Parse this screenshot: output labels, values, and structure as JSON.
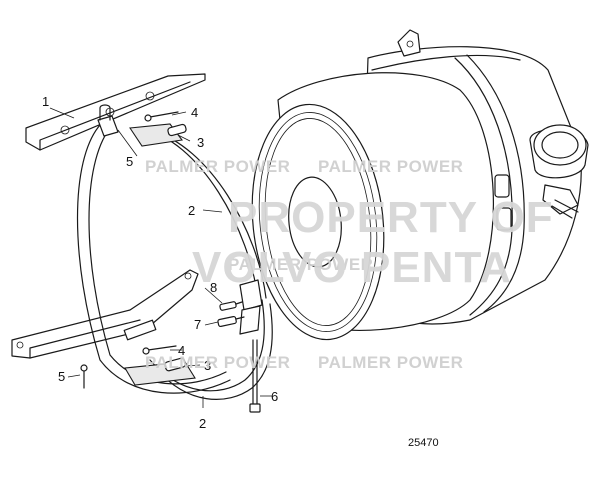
{
  "callouts": {
    "c1": "1",
    "c2a": "2",
    "c2b": "2",
    "c3a": "3",
    "c3b": "3",
    "c4a": "4",
    "c4b": "4",
    "c5a": "5",
    "c5b": "5",
    "c6": "6",
    "c7": "7",
    "c8": "8"
  },
  "figure_number": "25470",
  "watermarks": {
    "palmer_1": "PALMER POWER",
    "palmer_2": "PALMER POWER",
    "palmer_3": "PALMER POWER",
    "palmer_4": "PALMER POWER",
    "palmer_5": "PALMER POWER",
    "volvo_line1": "PROPERTY OF",
    "volvo_line2": "VOLVO PENTA"
  },
  "icons": {
    "paw": "paw-print-icon"
  }
}
